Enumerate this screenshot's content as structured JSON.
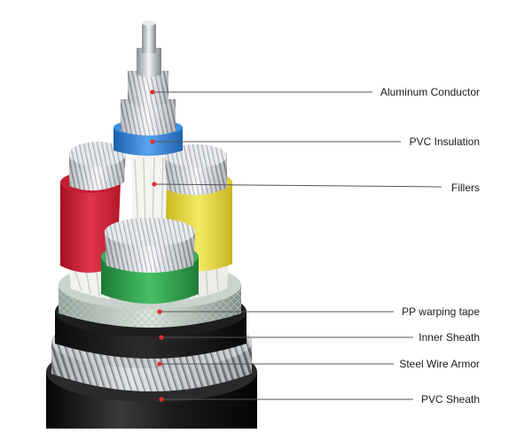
{
  "labels": {
    "aluminum_conductor": "Aluminum Conductor",
    "pvc_insulation": "PVC Insulation",
    "fillers": "Fillers",
    "pp_wrapping_tape": "PP warping tape",
    "inner_sheath": "Inner Sheath",
    "steel_wire_armor": "Steel Wire Armor",
    "pvc_sheath": "PVC Sheath"
  },
  "colors": {
    "insulation_blue": "#2f7fd6",
    "insulation_red": "#d8233a",
    "insulation_yellow": "#e9dc35",
    "insulation_green": "#2fa34a",
    "conductor_silver": "#c9ccd2",
    "sheath_black": "#151515",
    "marker_red": "#e0302a",
    "leader_line": "#555555"
  }
}
